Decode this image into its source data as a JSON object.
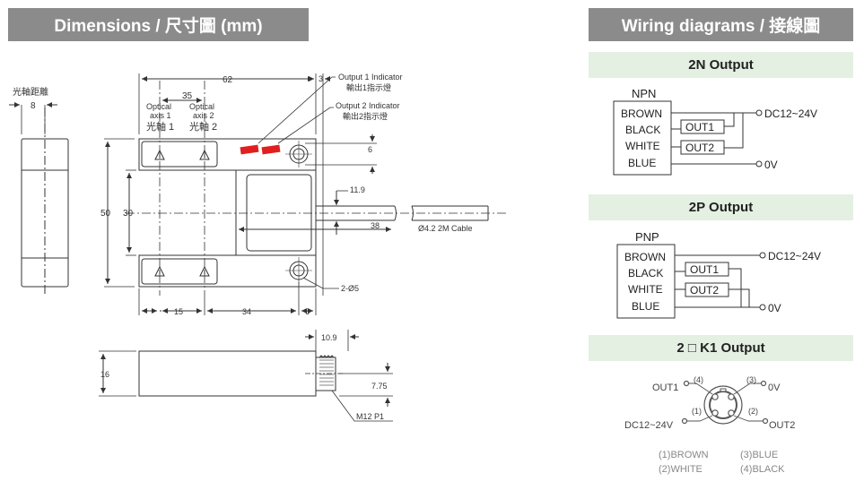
{
  "headers": {
    "dimensions": "Dimensions / 尺寸圖 (mm)",
    "wiring": "Wiring diagrams / 接線圖"
  },
  "dimensions": {
    "side_label": "光軸距離",
    "side_width": "8",
    "overall_width": "62",
    "axis_spacing": "35",
    "offset_right": "3",
    "axis1_en_line1": "Optical",
    "axis1_en_line2": "axis 1",
    "axis1_zh": "光軸 1",
    "axis2_en_line1": "Optical",
    "axis2_en_line2": "axis 2",
    "axis2_zh": "光軸 2",
    "indicator1_en": "Output 1 Indicator",
    "indicator1_zh": "輸出1指示燈",
    "indicator2_en": "Output 2 Indicator",
    "indicator2_zh": "輸出2指示燈",
    "dim_6_top": "6",
    "dim_11_9": "11.9",
    "dim_38": "38",
    "cable_label": "Ø4.2 2M Cable",
    "height_50": "50",
    "height_30": "30",
    "holes_label": "2-Ø5",
    "dim_15": "15",
    "dim_34": "34",
    "dim_6_bottom": "6",
    "dim_10_9": "10.9",
    "dim_16": "16",
    "dim_7_75": "7.75",
    "thread_label": "M12 P1"
  },
  "wiring": {
    "npn": {
      "section_title": "2N Output",
      "type_label": "NPN",
      "wires": [
        "BROWN",
        "BLACK",
        "WHITE",
        "BLUE"
      ],
      "out1": "OUT1",
      "out2": "OUT2",
      "supply": "DC12~24V",
      "ground": "0V"
    },
    "pnp": {
      "section_title": "2P Output",
      "type_label": "PNP",
      "wires": [
        "BROWN",
        "BLACK",
        "WHITE",
        "BLUE"
      ],
      "out1": "OUT1",
      "out2": "OUT2",
      "supply": "DC12~24V",
      "ground": "0V"
    },
    "k1": {
      "section_title": "2 □ K1 Output",
      "pin_out1": "OUT1",
      "pin_0v": "0V",
      "pin_supply": "DC12~24V",
      "pin_out2": "OUT2",
      "pin4": "(4)",
      "pin3": "(3)",
      "pin1": "(1)",
      "pin2": "(2)",
      "legend_1": "(1)BROWN",
      "legend_2": "(2)WHITE",
      "legend_3": "(3)BLUE",
      "legend_4": "(4)BLACK"
    }
  },
  "colors": {
    "header_bg": "#8b8b8b",
    "section_bg": "#e4f0e2",
    "indicator_red": "#e02020",
    "line": "#333333"
  }
}
